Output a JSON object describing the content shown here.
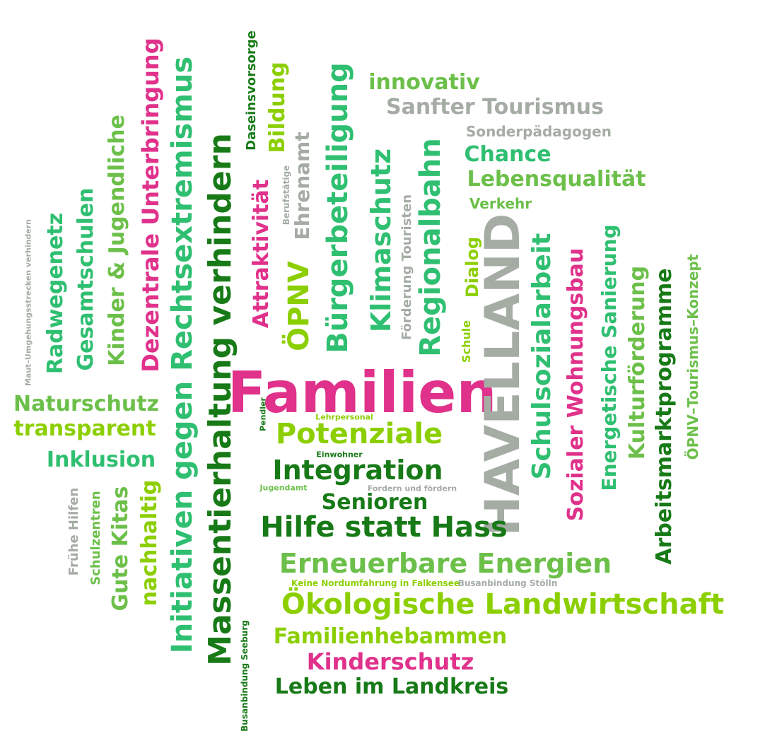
{
  "palette": {
    "dark_green": "#177a17",
    "mid_green": "#2fbf71",
    "lime": "#8ccf00",
    "light_green": "#6cc04a",
    "magenta": "#e0318b",
    "gray": "#a4aca4"
  },
  "words": [
    {
      "id": "familien",
      "text": "Familien",
      "color": "magenta"
    },
    {
      "id": "havelland",
      "text": "HAVELLAND",
      "color": "gray"
    },
    {
      "id": "oekologische-landwirtschaft",
      "text": "Ökologische Landwirtschaft",
      "color": "lime"
    },
    {
      "id": "massentierhaltung",
      "text": "Massentierhaltung verhindern",
      "color": "dark_green"
    },
    {
      "id": "initiativen",
      "text": "Initiativen gegen Rechtsextremismus",
      "color": "mid_green"
    },
    {
      "id": "hilfe-statt-hass",
      "text": "Hilfe statt Hass",
      "color": "dark_green"
    },
    {
      "id": "erneuerbare",
      "text": "Erneuerbare Energien",
      "color": "light_green"
    },
    {
      "id": "integration",
      "text": "Integration",
      "color": "dark_green"
    },
    {
      "id": "schulsozialarbeit",
      "text": "Schulsozialarbeit",
      "color": "mid_green"
    },
    {
      "id": "regionalbahn",
      "text": "Regionalbahn",
      "color": "mid_green"
    },
    {
      "id": "buergerbeteiligung",
      "text": "Bürgerbeteiligung",
      "color": "mid_green"
    },
    {
      "id": "klimaschutz",
      "text": "Klimaschutz",
      "color": "mid_green"
    },
    {
      "id": "potenziale",
      "text": "Potenziale",
      "color": "lime"
    },
    {
      "id": "opnv",
      "text": "ÖPNV",
      "color": "lime"
    },
    {
      "id": "attraktivitaet",
      "text": "Attraktivität",
      "color": "magenta"
    },
    {
      "id": "dezentrale",
      "text": "Dezentrale Unterbringung",
      "color": "magenta"
    },
    {
      "id": "sozialer-wohnungsbau",
      "text": "Sozialer Wohnungsbau",
      "color": "magenta"
    },
    {
      "id": "kinderschutz",
      "text": "Kinderschutz",
      "color": "magenta"
    },
    {
      "id": "familienhebammen",
      "text": "Familienhebammen",
      "color": "lime"
    },
    {
      "id": "leben-im-landkreis",
      "text": "Leben im Landkreis",
      "color": "dark_green"
    },
    {
      "id": "senioren",
      "text": "Senioren",
      "color": "dark_green"
    },
    {
      "id": "arbeitsmarktprogramme",
      "text": "Arbeitsmarktprogramme",
      "color": "dark_green"
    },
    {
      "id": "energetische-sanierung",
      "text": "Energetische Sanierung",
      "color": "mid_green"
    },
    {
      "id": "kulturfoerderung",
      "text": "Kulturförderung",
      "color": "light_green"
    },
    {
      "id": "opnv-tourismus",
      "text": "ÖPNV–Tourismus–Konzept",
      "color": "light_green"
    },
    {
      "id": "innovativ",
      "text": "innovativ",
      "color": "light_green"
    },
    {
      "id": "sanfter-tourismus",
      "text": "Sanfter Tourismus",
      "color": "gray"
    },
    {
      "id": "sonderpaedagogen",
      "text": "Sonderpädagogen",
      "color": "gray"
    },
    {
      "id": "chance",
      "text": "Chance",
      "color": "mid_green"
    },
    {
      "id": "lebensqualitaet",
      "text": "Lebensqualität",
      "color": "light_green"
    },
    {
      "id": "verkehr",
      "text": "Verkehr",
      "color": "light_green"
    },
    {
      "id": "bildung",
      "text": "Bildung",
      "color": "lime"
    },
    {
      "id": "ehrenamt",
      "text": "Ehrenamt",
      "color": "gray"
    },
    {
      "id": "daseinsvorsorge",
      "text": "Daseinsvorsorge",
      "color": "dark_green"
    },
    {
      "id": "berufstaetige",
      "text": "Berufstätige",
      "color": "gray"
    },
    {
      "id": "foerderung-touristen",
      "text": "Förderung Touristen",
      "color": "gray"
    },
    {
      "id": "dialog",
      "text": "Dialog",
      "color": "lime"
    },
    {
      "id": "schule",
      "text": "Schule",
      "color": "lime"
    },
    {
      "id": "kinder-jugendliche",
      "text": "Kinder & Jugendliche",
      "color": "light_green"
    },
    {
      "id": "gesamtschulen",
      "text": "Gesamtschulen",
      "color": "mid_green"
    },
    {
      "id": "radwegenetz",
      "text": "Radwegenetz",
      "color": "mid_green"
    },
    {
      "id": "maut",
      "text": "Maut–Umgehungsstrecken verhindern",
      "color": "gray"
    },
    {
      "id": "naturschutz",
      "text": "Naturschutz",
      "color": "light_green"
    },
    {
      "id": "transparent",
      "text": "transparent",
      "color": "lime"
    },
    {
      "id": "inklusion",
      "text": "Inklusion",
      "color": "mid_green"
    },
    {
      "id": "fruehe-hilfen",
      "text": "Frühe Hilfen",
      "color": "gray"
    },
    {
      "id": "schulzentren",
      "text": "Schulzentren",
      "color": "light_green"
    },
    {
      "id": "gute-kitas",
      "text": "Gute Kitas",
      "color": "light_green"
    },
    {
      "id": "nachhaltig",
      "text": "nachhaltig",
      "color": "lime"
    },
    {
      "id": "pendler",
      "text": "Pendler",
      "color": "dark_green"
    },
    {
      "id": "lehrpersonal",
      "text": "Lehrpersonal",
      "color": "lime"
    },
    {
      "id": "einwohner",
      "text": "Einwohner",
      "color": "dark_green"
    },
    {
      "id": "jugendamt",
      "text": "Jugendamt",
      "color": "light_green"
    },
    {
      "id": "foerdern-und-foerdern",
      "text": "Fordern und fördern",
      "color": "gray"
    },
    {
      "id": "keine-nordumfahrung",
      "text": "Keine Nordumfahrung in Falkensee",
      "color": "lime"
    },
    {
      "id": "busanbindung-stoelln",
      "text": "Busanbindung Stölln",
      "color": "gray"
    },
    {
      "id": "busanbindung-seeburg",
      "text": "Busanbindung Seeburg",
      "color": "dark_green"
    }
  ]
}
